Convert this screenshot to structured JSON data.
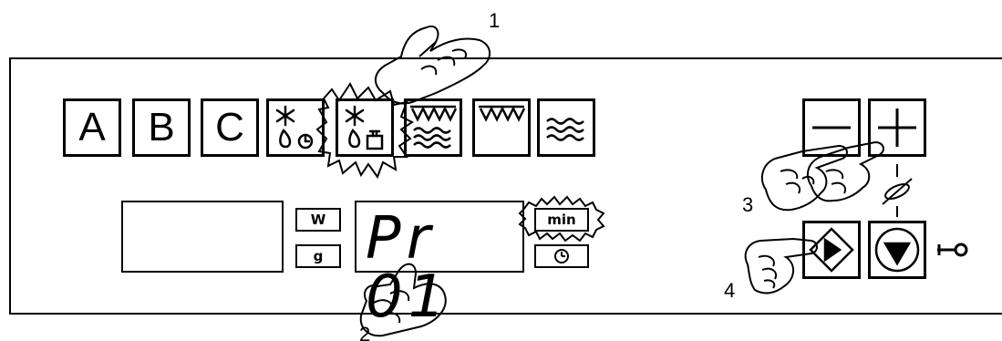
{
  "keys": {
    "a": "A",
    "b": "B",
    "c": "C"
  },
  "display": {
    "program_code": "Pr 01"
  },
  "small_keys": {
    "w": "W",
    "g": "g",
    "min": "min"
  },
  "callouts": {
    "c1": "1",
    "c2": "2",
    "c3": "3",
    "c4": "4"
  }
}
